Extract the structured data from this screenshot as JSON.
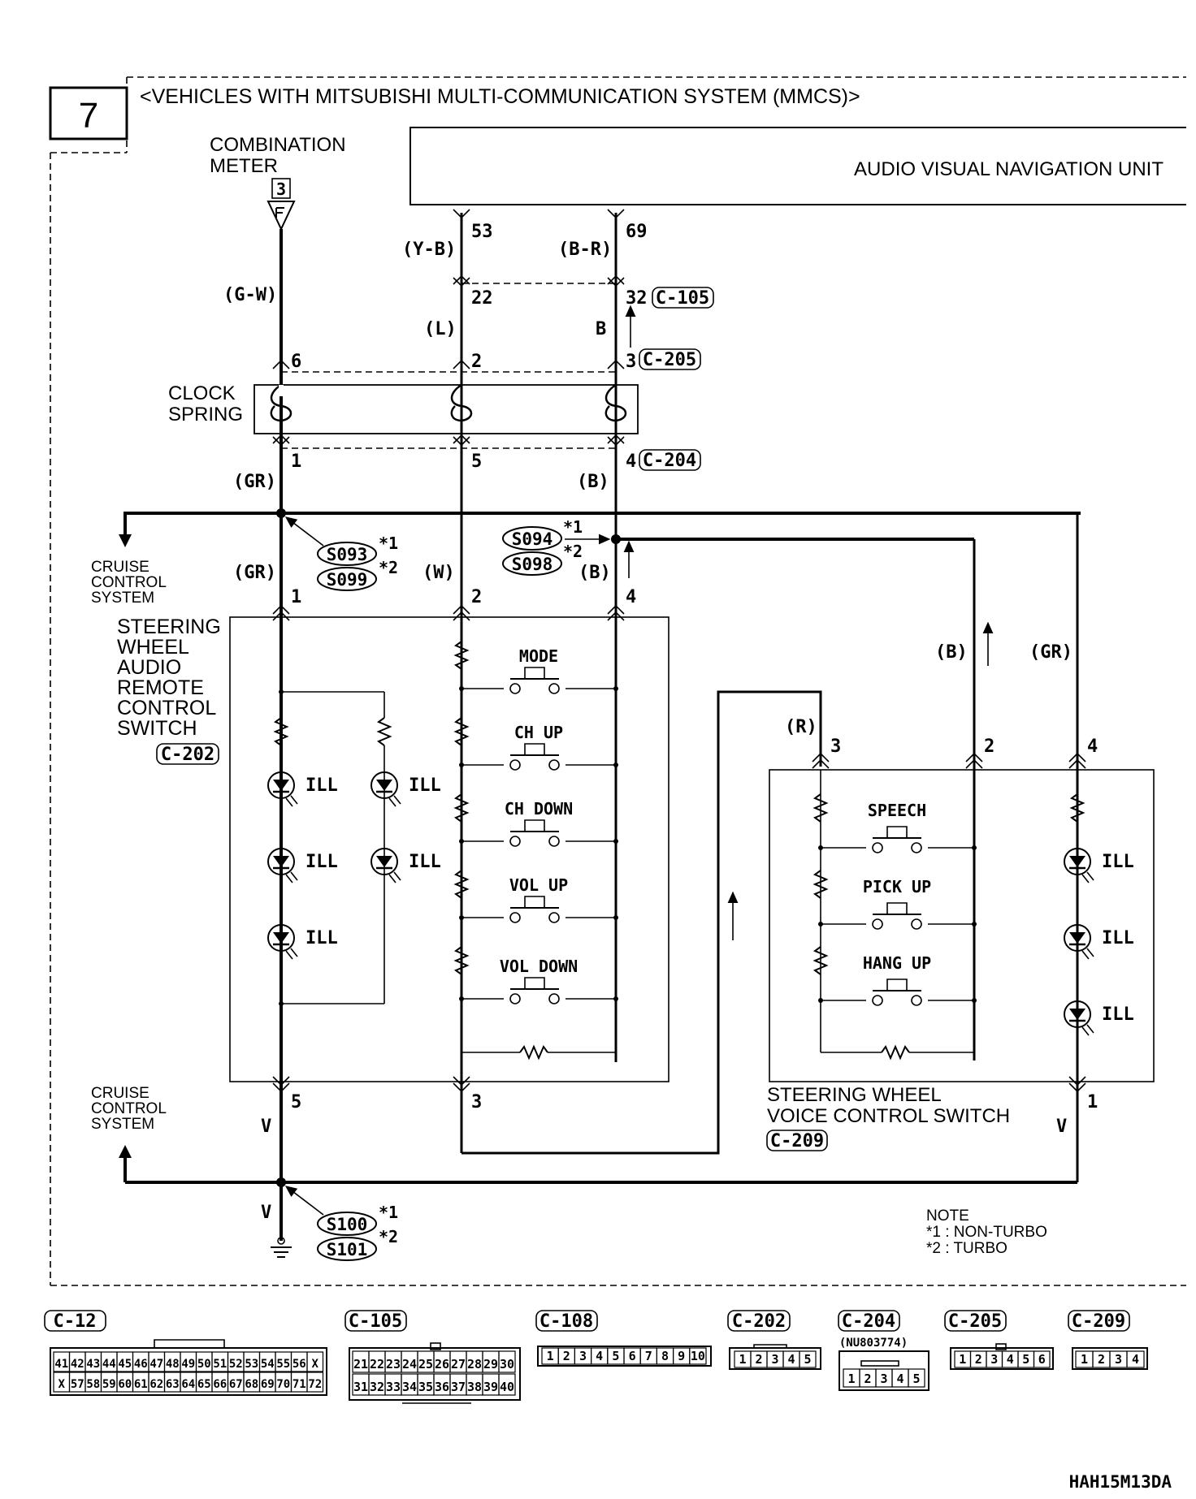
{
  "page_number": "7",
  "title": "<VEHICLES WITH MITSUBISHI MULTI-COMMUNICATION SYSTEM (MMCS)>",
  "combination_meter": {
    "line1": "COMBINATION",
    "line2": "METER",
    "pin": "3"
  },
  "nav_unit": "AUDIO VISUAL NAVIGATION UNIT",
  "nav_pins": {
    "a": "53",
    "b": "69"
  },
  "wire_colors": {
    "gw": "(G-W)",
    "yb": "(Y-B)",
    "br": "(B-R)",
    "l": "(L)",
    "b_plain": "B",
    "gr_a": "(GR)",
    "b_a": "(B)",
    "gr_b": "(GR)",
    "w": "(W)",
    "b_b": "(B)",
    "b_c": "(B)",
    "gr_c": "(GR)",
    "r": "(R)",
    "v_a": "V",
    "v_b": "V",
    "v_c": "V"
  },
  "pins": {
    "c105_a": "22",
    "c105_b": "32",
    "c205_a": "6",
    "c205_b": "2",
    "c205_c": "3",
    "c204_a": "1",
    "c204_b": "5",
    "c204_c": "4",
    "c202_a": "1",
    "c202_b": "2",
    "c202_c": "4",
    "c202_d": "5",
    "c202_e": "3",
    "c209_a": "3",
    "c209_b": "2",
    "c209_c": "4",
    "c209_d": "1"
  },
  "connectors": {
    "c105": "C-105",
    "c205": "C-205",
    "c204": "C-204",
    "c202": "C-202",
    "c209": "C-209"
  },
  "clock_spring": {
    "line1": "CLOCK",
    "line2": "SPRING"
  },
  "splices": {
    "s093": "S093",
    "s099": "S099",
    "s094": "S094",
    "s098": "S098",
    "s100": "S100",
    "s101": "S101"
  },
  "marks": {
    "m1": "*1",
    "m2": "*2"
  },
  "cruise": {
    "line1": "CRUISE",
    "line2": "CONTROL",
    "line3": "SYSTEM"
  },
  "audio_switch": {
    "line1": "STEERING",
    "line2": "WHEEL",
    "line3": "AUDIO",
    "line4": "REMOTE",
    "line5": "CONTROL",
    "line6": "SWITCH"
  },
  "audio_buttons": {
    "b1": "MODE",
    "b2": "CH UP",
    "b3": "CH DOWN",
    "b4": "VOL UP",
    "b5": "VOL DOWN"
  },
  "voice_buttons": {
    "b1": "SPEECH",
    "b2": "PICK UP",
    "b3": "HANG UP"
  },
  "ill_label": "ILL",
  "voice_switch": {
    "line1": "STEERING WHEEL",
    "line2": "VOICE CONTROL SWITCH"
  },
  "note": {
    "title": "NOTE",
    "n1": "*1 : NON-TURBO",
    "n2": "*2 : TURBO"
  },
  "bottom_connectors": {
    "c12": {
      "label": "C-12",
      "row1": [
        "41",
        "42",
        "43",
        "44",
        "45",
        "46",
        "47",
        "48",
        "49",
        "50",
        "51",
        "52",
        "53",
        "54",
        "55",
        "56",
        "X"
      ],
      "row2": [
        "X",
        "57",
        "58",
        "59",
        "60",
        "61",
        "62",
        "63",
        "64",
        "65",
        "66",
        "67",
        "68",
        "69",
        "70",
        "71",
        "72"
      ]
    },
    "c105": {
      "label": "C-105",
      "row1": [
        "21",
        "22",
        "23",
        "24",
        "25",
        "26",
        "27",
        "28",
        "29",
        "30"
      ],
      "row2": [
        "31",
        "32",
        "33",
        "34",
        "35",
        "36",
        "37",
        "38",
        "39",
        "40"
      ]
    },
    "c108": {
      "label": "C-108",
      "row1": [
        "1",
        "2",
        "3",
        "4",
        "5",
        "6",
        "7",
        "8",
        "9",
        "10"
      ]
    },
    "c202": {
      "label": "C-202",
      "row1": [
        "1",
        "2",
        "3",
        "4",
        "5"
      ]
    },
    "c204": {
      "label": "C-204",
      "sub": "(NU803774)",
      "row1": [
        "1",
        "2",
        "3",
        "4",
        "5"
      ]
    },
    "c205": {
      "label": "C-205",
      "row1": [
        "1",
        "2",
        "3",
        "4",
        "5",
        "6"
      ]
    },
    "c209": {
      "label": "C-209",
      "row1": [
        "1",
        "2",
        "3",
        "4"
      ]
    }
  },
  "diagram_code": "HAH15M13DA"
}
